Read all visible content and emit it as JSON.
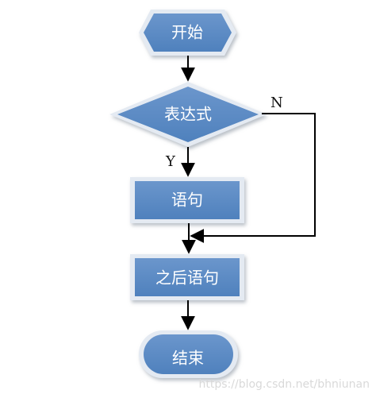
{
  "nodes": {
    "start": "开始",
    "condition": "表达式",
    "statement": "语句",
    "after": "之后语句",
    "end": "结束"
  },
  "edges": {
    "yes": "Y",
    "no": "N"
  },
  "watermark": "https://blog.csdn.net/bhniunan",
  "colors": {
    "fill": "#4f81bd",
    "fill_light": "#6b96cc",
    "border": "#dfe6ef",
    "line": "#000000"
  }
}
